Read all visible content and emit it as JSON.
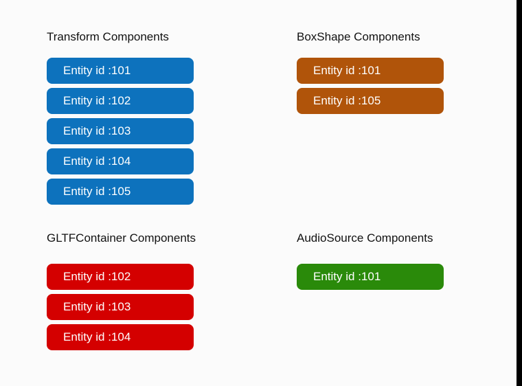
{
  "canvas": {
    "background": "#fbfbfb",
    "edge_band_color": "#000000"
  },
  "groups": [
    {
      "id": "transform",
      "title": "Transform Components",
      "color": "#0d72bd",
      "entities": [
        {
          "label": "Entity id :101"
        },
        {
          "label": "Entity id :102"
        },
        {
          "label": "Entity id :103"
        },
        {
          "label": "Entity id :104"
        },
        {
          "label": "Entity id :105"
        }
      ]
    },
    {
      "id": "boxshape",
      "title": "BoxShape Components",
      "color": "#b0540a",
      "entities": [
        {
          "label": "Entity id :101"
        },
        {
          "label": "Entity id :105"
        }
      ]
    },
    {
      "id": "gltfcontainer",
      "title": "GLTFContainer Components",
      "color": "#d40000",
      "entities": [
        {
          "label": "Entity id :102"
        },
        {
          "label": "Entity id :103"
        },
        {
          "label": "Entity id :104"
        }
      ]
    },
    {
      "id": "audiosource",
      "title": "AudioSource Components",
      "color": "#2a8a0a",
      "entities": [
        {
          "label": "Entity id :101"
        }
      ]
    }
  ]
}
